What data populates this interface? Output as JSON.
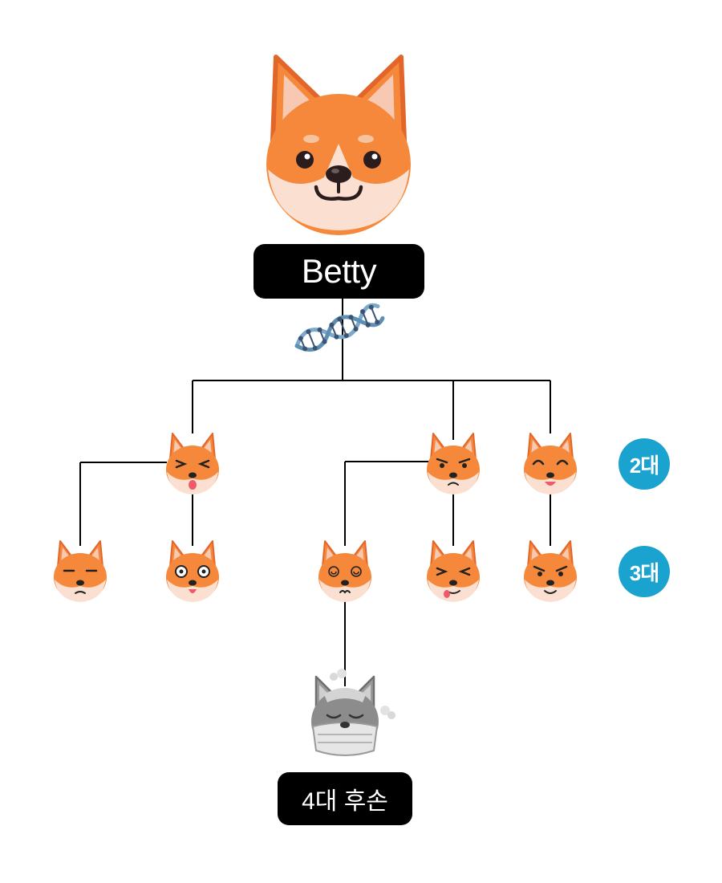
{
  "root": {
    "name": "Betty"
  },
  "generations": [
    {
      "id": "gen2",
      "label": "2대"
    },
    {
      "id": "gen3",
      "label": "3대"
    }
  ],
  "descendant": {
    "label": "4대 후손"
  },
  "colors": {
    "fur": "#f5883a",
    "fur_dark": "#e2662a",
    "ear_inner": "#f7c8b2",
    "face_light": "#fbe0d2",
    "badge": "#1aa3cf",
    "sick_gray": "#8c8c8c",
    "dna_blue": "#7aa9c9",
    "dna_node": "#3d5270"
  }
}
